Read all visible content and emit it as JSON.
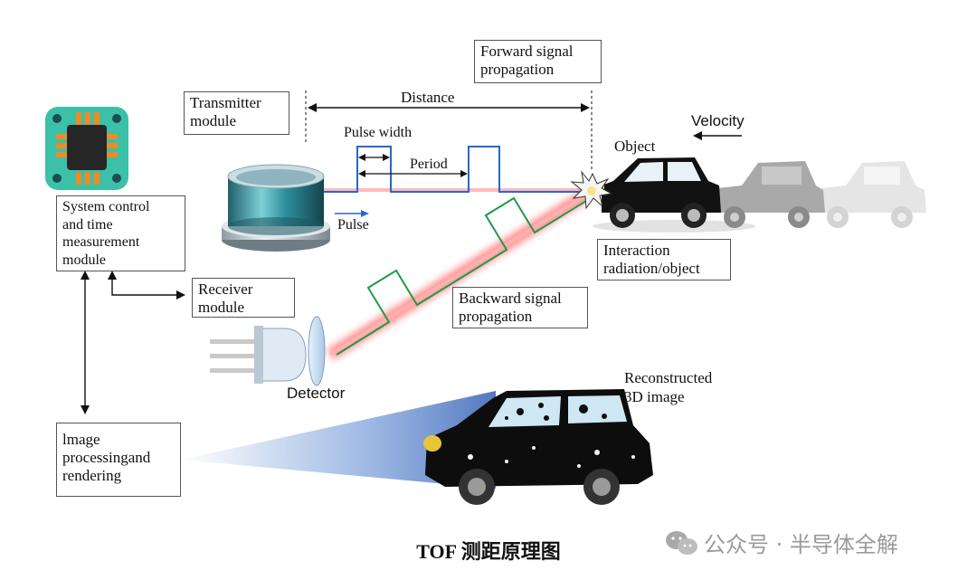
{
  "labels": {
    "forward": [
      "Forward signal",
      "propagation"
    ],
    "transmitter": [
      "Transmitter",
      "module"
    ],
    "distance": "Distance",
    "pulse_width": "Pulse width",
    "period": "Period",
    "pulse": "Pulse",
    "velocity": "Velocity",
    "object": "Object",
    "interaction": [
      "Interaction",
      "radiation/object"
    ],
    "system": [
      "System control",
      "and time",
      "measurement",
      "module"
    ],
    "receiver": [
      "Receiver",
      "module"
    ],
    "backward": [
      "Backward signal",
      "propagation"
    ],
    "detector": "Detector",
    "reconstructed": [
      "Reconstructed",
      "3D image"
    ],
    "image_processing": [
      "lmage",
      "processingand",
      "rendering"
    ]
  },
  "caption": "TOF 测距原理图",
  "watermark": "公众号 · 半导体全解",
  "colors": {
    "beam": "#ff6f6f",
    "forward_pulse": "#2a66c8",
    "backward_pulse": "#1e9a4a",
    "chip_bg": "#3cc0a8",
    "chip_pin": "#f08a24",
    "car_body": "#111111",
    "ghost_car_1": "#a8a8a8",
    "ghost_car_2": "#d9d9d9",
    "detector_glass": "#cfe3f6",
    "projection": "#3f73c8"
  },
  "icons": [
    "chip-icon",
    "transmitter-icon",
    "detector-icon",
    "car-icon",
    "wechat-icon"
  ]
}
